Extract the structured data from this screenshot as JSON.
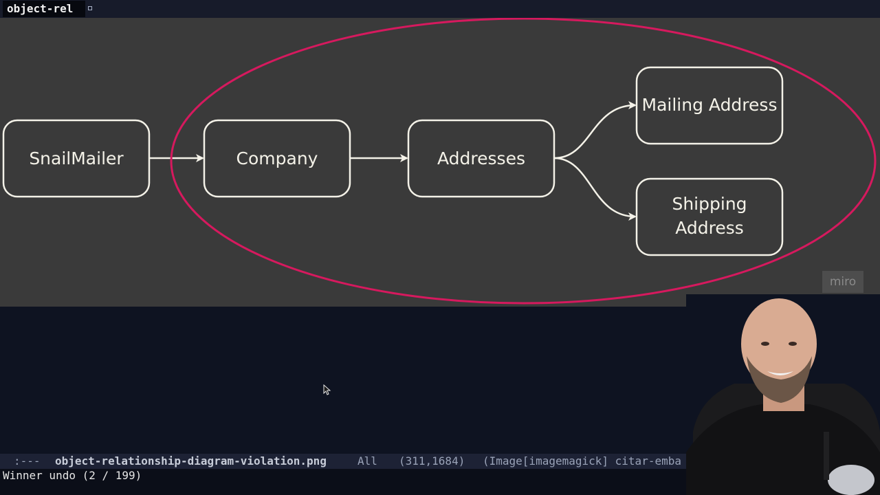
{
  "tab": {
    "title": "object-rel",
    "modified_marker": "◦"
  },
  "diagram": {
    "nodes": {
      "snailmailer": "SnailMailer",
      "company": "Company",
      "addresses": "Addresses",
      "mailing_address": "Mailing Address",
      "shipping_address_line1": "Shipping",
      "shipping_address_line2": "Address"
    },
    "watermark": "miro",
    "colors": {
      "background": "#3a3a3a",
      "node_stroke": "#f4f2e8",
      "highlight_ellipse": "#d6195e"
    }
  },
  "modeline": {
    "state": ":---",
    "filename": "object-relationship-diagram-violation.png",
    "position": "All",
    "coords": "(311,1684)",
    "modes": "(Image[imagemagick] citar-emba"
  },
  "echo_area": {
    "message": "Winner undo (2 / 199)"
  },
  "colors": {
    "editor_bg": "#0e1321",
    "modeline_bg": "#1d2235"
  }
}
